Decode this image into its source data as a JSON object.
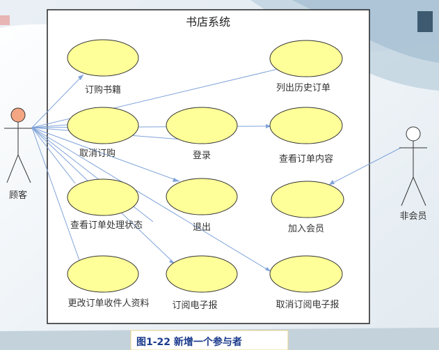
{
  "system": {
    "title": "书店系统"
  },
  "actors": {
    "customer": {
      "label": "顾客",
      "head_color": "#f4a582"
    },
    "non_member": {
      "label": "非会员",
      "head_color": "#ffffff"
    }
  },
  "use_cases": {
    "order_books": "订购书籍",
    "list_history": "列出历史订单",
    "cancel_order": "取消订购",
    "login": "登录",
    "view_order": "查看订单内容",
    "logout": "退出",
    "join_member": "加入会员",
    "view_status": "查看订单处理状态",
    "change_recipient": "更改订单收件人资料",
    "subscribe_newsletter": "订阅电子报",
    "cancel_newsletter": "取消订阅电子报"
  },
  "caption": "图1-22 新增一个参与者",
  "colors": {
    "ellipse_fill": "#ffff99",
    "ellipse_stroke": "#333333",
    "association_line": "#7fa3d9",
    "caption_text": "#1a3a8c"
  }
}
